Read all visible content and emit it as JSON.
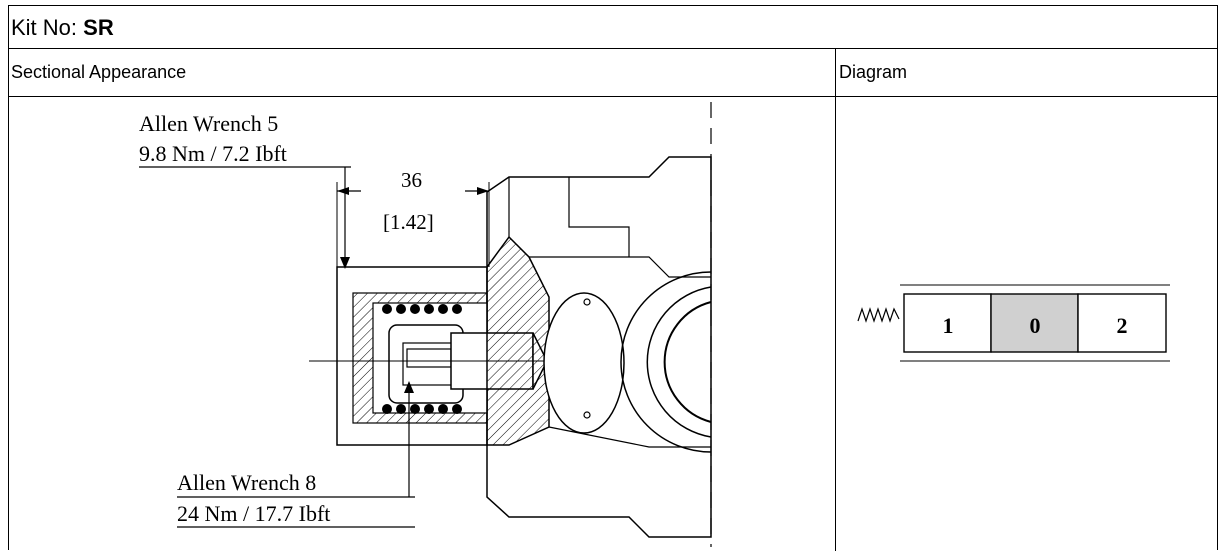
{
  "header": {
    "kit_label": "Kit No: ",
    "kit_value": "SR"
  },
  "columns": {
    "left": "Sectional Appearance",
    "right": "Diagram"
  },
  "drawing": {
    "top_callout_line1": "Allen Wrench 5",
    "top_callout_line2": "9.8 Nm / 7.2 Ibft",
    "dimension_mm": "36",
    "dimension_in": "[1.42]",
    "bottom_callout_line1": "Allen Wrench 8",
    "bottom_callout_line2": "24 Nm / 17.7 Ibft"
  },
  "symbol": {
    "positions": [
      "1",
      "0",
      "2"
    ],
    "active_fill": "#d0d0d0"
  }
}
